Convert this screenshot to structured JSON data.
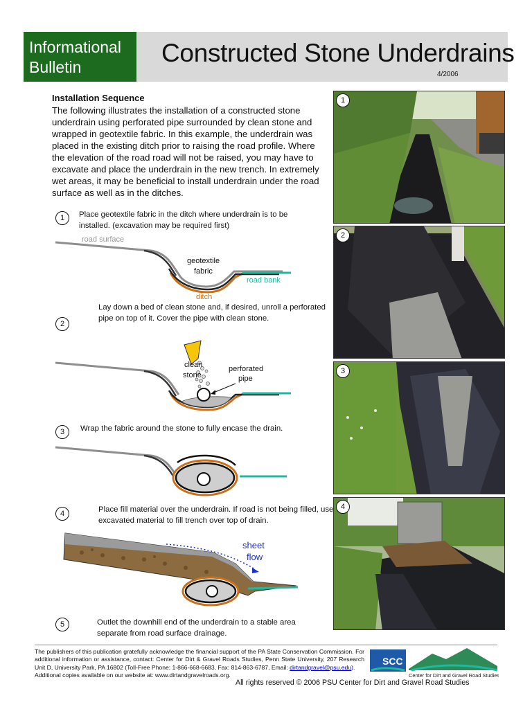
{
  "header": {
    "bulletin_line1": "Informational",
    "bulletin_line2": "Bulletin",
    "title": "Constructed Stone Underdrains",
    "date": "4/2006"
  },
  "intro": {
    "heading": "Installation Sequence",
    "paragraph": "The following illustrates the installation of a constructed stone underdrain using perforated pipe surrounded by clean stone and wrapped in geotextile fabric.  In this example, the underdrain was placed in the existing ditch prior to raising the road profile.  Where the elevation of the road road will not be raised, you may have to excavate and place the underdrain in the new trench.  In extremely wet areas, it may be beneficial to install underdrain under the road surface as well as in the ditches."
  },
  "steps": [
    {
      "num": "1",
      "text": "Place geotextile fabric in the ditch where underdrain is to be installed. (excavation may be required first)"
    },
    {
      "num": "2",
      "text": "Lay down a bed of clean stone and, if desired, unroll a perforated pipe on top of it.  Cover the pipe with clean stone."
    },
    {
      "num": "3",
      "text": "Wrap the fabric around the stone to fully encase the drain."
    },
    {
      "num": "4",
      "text": "Place fill material over the underdrain.  If road is not being filled, use excavated material to fill trench over top of drain."
    },
    {
      "num": "5",
      "text": "Outlet the downhill end of the underdrain to a stable area separate from road surface drainage."
    }
  ],
  "diagram_labels": {
    "road_surface": "road surface",
    "geotextile_1": "geotextile",
    "geotextile_2": "fabric",
    "road_bank": "road bank",
    "ditch": "ditch",
    "clean_1": "clean",
    "clean_2": "stone",
    "perforated_1": "perforated",
    "perforated_2": "pipe",
    "sheet_1": "sheet",
    "sheet_2": "flow"
  },
  "photos": [
    {
      "num": "1"
    },
    {
      "num": "2"
    },
    {
      "num": "3"
    },
    {
      "num": "4"
    }
  ],
  "footer": {
    "ack_text": "The publishers of this publication gratefully acknowledge the financial support of the PA State Conservation Commission. For additional information or assistance, contact: Center for Dirt & Gravel Roads Studies, Penn State University, 207 Research Unit D, University Park, PA  16802  (Toll-Free Phone: 1-866-668-6683, Fax: 814-863-6787, Email: ",
    "email": "dirtandgravel@psu.edu",
    "ack_end": ").",
    "website_line": "Additional copies available on our website at: www.dirtandgravelroads.org.",
    "rights": "All rights reserved © 2006 PSU  Center for Dirt and Gravel Road Studies",
    "logo_scc": "SCC",
    "logo_center": "Center for Dirt and Gravel Road Studies"
  },
  "colors": {
    "bulletin_green": "#1d6b1f",
    "header_gray": "#d9d9d9",
    "road_bank_teal": "#1fb9a0",
    "ditch_orange": "#c8701a",
    "sheet_flow_blue": "#1a2fd0",
    "road_surface_gray": "#9a9a9a"
  }
}
